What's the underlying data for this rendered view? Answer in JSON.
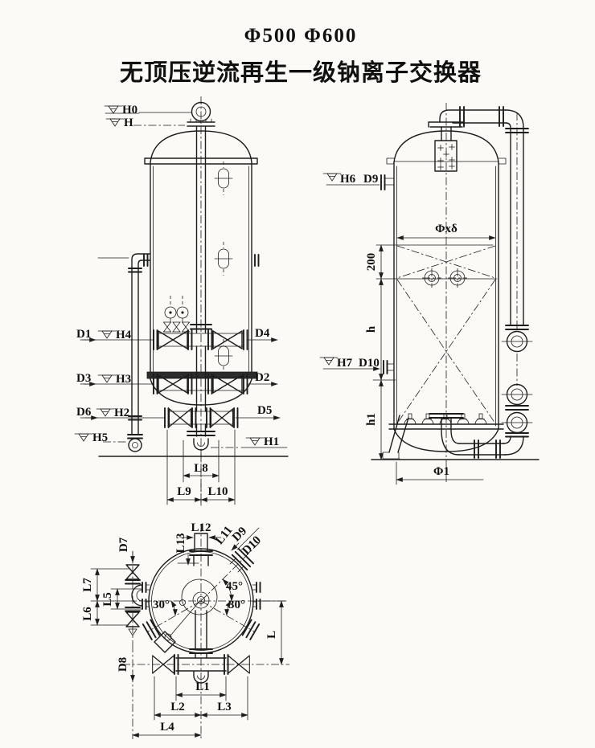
{
  "title": {
    "sizes": "Φ500  Φ600",
    "name": "无顶压逆流再生一级钠离子交换器"
  },
  "front_view": {
    "h0": "H0",
    "h": "H",
    "d1": "D1",
    "h4": "H4",
    "d4": "D4",
    "d3": "D3",
    "h3": "H3",
    "d2": "D2",
    "d6": "D6",
    "h2": "H2",
    "d5": "D5",
    "h5": "H5",
    "h1": "H1",
    "l8": "L8",
    "l9": "L9",
    "l10": "L10"
  },
  "side_view": {
    "h6": "H6",
    "d9": "D9",
    "phixd": "Φxδ",
    "n200": "200",
    "h": "h",
    "h7": "H7",
    "d10": "D10",
    "h1": "h1",
    "phi1": "Φ1"
  },
  "plan_view": {
    "d7": "D7",
    "l7": "L7",
    "l5": "L5",
    "l6": "L6",
    "l13": "L13",
    "l12": "L12",
    "l11": "L11",
    "d9": "D9",
    "d10": "D10",
    "a45": "45°",
    "a30l": "30°",
    "a30r": "30°",
    "l": "L",
    "d8": "D8",
    "l1": "L1",
    "l2": "L2",
    "l3": "L3",
    "l4": "L4"
  }
}
